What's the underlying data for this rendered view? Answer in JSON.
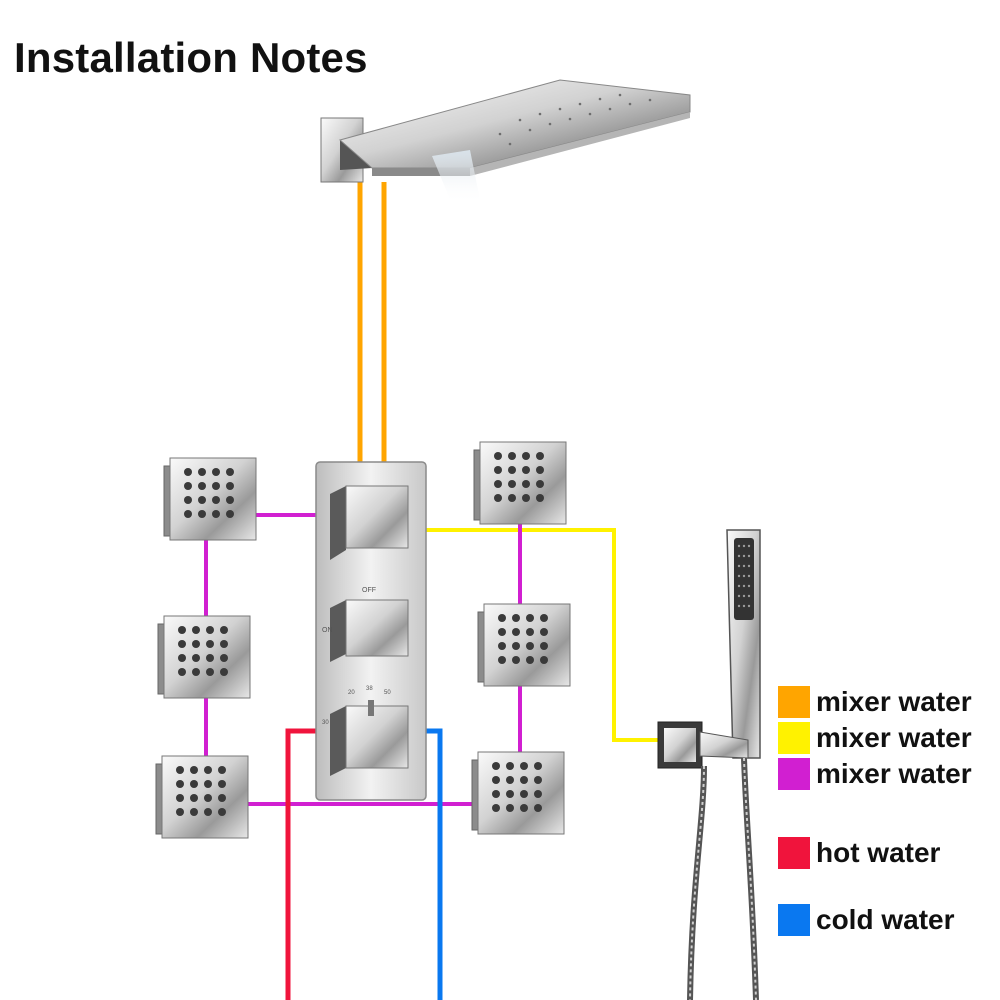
{
  "title": "Installation Notes",
  "legend": [
    {
      "label": "mixer water",
      "color": "#FFA500"
    },
    {
      "label": "mixer water",
      "color": "#FFF200"
    },
    {
      "label": "mixer water",
      "color": "#D11FD1"
    },
    {
      "label": "hot water",
      "color": "#F0143C"
    },
    {
      "label": "cold water",
      "color": "#0A78F0"
    }
  ],
  "valve_labels": {
    "off": "OFF",
    "on": "ON"
  },
  "thermostat_scale": [
    "20",
    "30",
    "38",
    "50"
  ],
  "components": {
    "shower_head": "rainfall-waterfall-shower-head",
    "valve": "thermostatic-diverter-valve",
    "body_jets": 6,
    "hand_shower": "handheld-shower-with-holder"
  }
}
